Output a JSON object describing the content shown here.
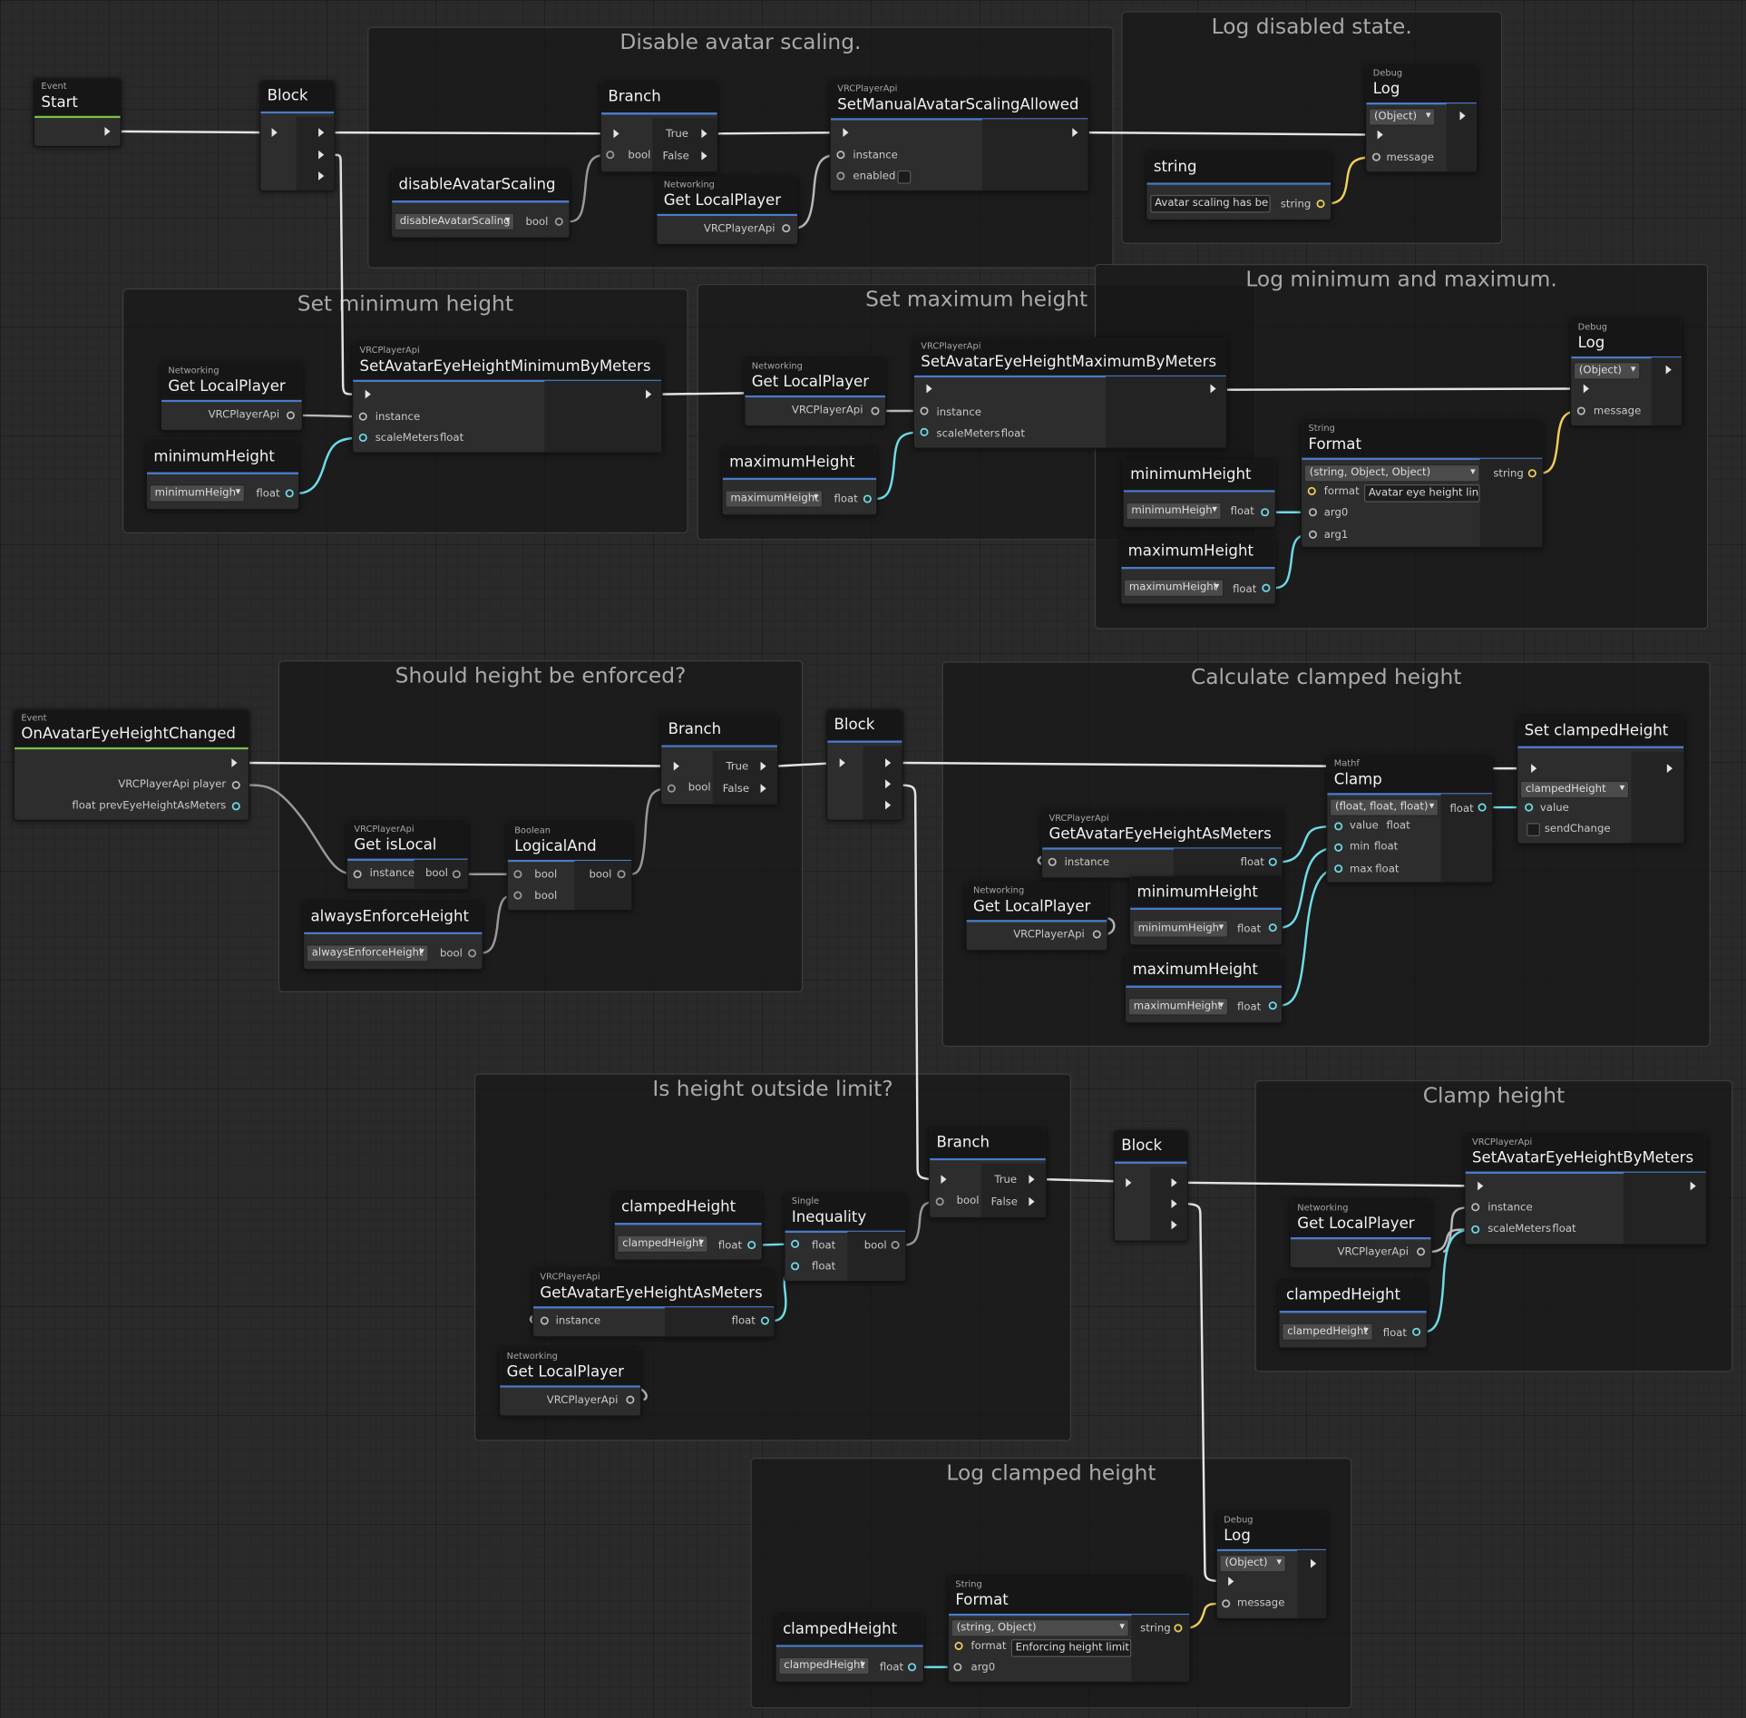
{
  "groups": {
    "disable_scaling": "Disable avatar scaling.",
    "log_disabled": "Log disabled state.",
    "set_min": "Set minimum height",
    "set_max": "Set maximum height",
    "log_minmax": "Log minimum and maximum.",
    "enforce": "Should height be enforced?",
    "calc": "Calculate clamped height",
    "outside": "Is height outside limit?",
    "clamp": "Clamp height",
    "log_clamped": "Log clamped height"
  },
  "labels": {
    "event": "Event",
    "debug": "Debug",
    "log": "Log",
    "networking": "Networking",
    "get_local_player": "Get LocalPlayer",
    "vrcplayerapi": "VRCPlayerApi",
    "block": "Block",
    "branch": "Branch",
    "true": "True",
    "false": "False",
    "bool": "bool",
    "float": "float",
    "string": "string",
    "instance": "instance",
    "message": "message",
    "object": "(Object)",
    "format": "format",
    "arg0": "arg0",
    "arg1": "arg1",
    "scale_meters": "scaleMeters",
    "string_cat": "String",
    "format_title": "Format"
  },
  "nodes": {
    "start": {
      "title": "Start"
    },
    "disable_var": {
      "title": "disableAvatarScaling",
      "value": "disableAvatarScaling"
    },
    "set_manual": {
      "title": "SetManualAvatarScalingAllowed",
      "enabled": "enabled"
    },
    "log_string": {
      "title": "string",
      "value": "Avatar scaling has be"
    },
    "min_var": {
      "title": "minimumHeight",
      "value": "minimumHeigh"
    },
    "set_min_node": {
      "title": "SetAvatarEyeHeightMinimumByMeters"
    },
    "max_var": {
      "title": "maximumHeight",
      "value": "maximumHeight"
    },
    "set_max_node": {
      "title": "SetAvatarEyeHeightMaximumByMeters"
    },
    "fmt1": {
      "overload": "(string, Object, Object)",
      "format": "Avatar eye height lin"
    },
    "min_var2": {
      "title": "minimumHeight",
      "value": "minimumHeigh"
    },
    "max_var2": {
      "title": "maximumHeight",
      "value": "maximumHeight"
    },
    "on_change": {
      "title": "OnAvatarEyeHeightChanged",
      "player": "VRCPlayerApi player",
      "prev": "float prevEyeHeightAsMeters"
    },
    "is_local": {
      "title": "Get isLocal"
    },
    "logical_and": {
      "category": "Boolean",
      "title": "LogicalAnd"
    },
    "always_var": {
      "title": "alwaysEnforceHeight",
      "value": "alwaysEnforceHeight"
    },
    "set_clamped": {
      "title": "Set clampedHeight",
      "value": "clampedHeight",
      "value_pin": "value",
      "send": "sendChange"
    },
    "clamp_node": {
      "category": "Mathf",
      "title": "Clamp",
      "overload": "(float, float, float)",
      "p_value": "value",
      "p_min": "min",
      "p_max": "max"
    },
    "get_eye": {
      "title": "GetAvatarEyeHeightAsMeters"
    },
    "min_var3": {
      "title": "minimumHeight",
      "value": "minimumHeigh"
    },
    "max_var3": {
      "title": "maximumHeight",
      "value": "maximumHeight"
    },
    "clamped_var1": {
      "title": "clampedHeight",
      "value": "clampedHeight"
    },
    "inequality": {
      "category": "Single",
      "title": "Inequality"
    },
    "get_eye2": {
      "title": "GetAvatarEyeHeightAsMeters"
    },
    "set_eye": {
      "title": "SetAvatarEyeHeightByMeters"
    },
    "clamped_var2": {
      "title": "clampedHeight",
      "value": "clampedHeight"
    },
    "fmt2": {
      "overload": "(string, Object)",
      "format": "Enforcing height limit"
    },
    "clamped_var3": {
      "title": "clampedHeight",
      "value": "clampedHeight"
    }
  },
  "colors": {
    "exec": "#e4e4e4",
    "bool": "#9a9a9a",
    "float": "#6fdce8",
    "string": "#f1cf5a",
    "object": "#b9b9b9",
    "header_accent": "#4a7ac8",
    "event_accent": "#7ac14a"
  }
}
